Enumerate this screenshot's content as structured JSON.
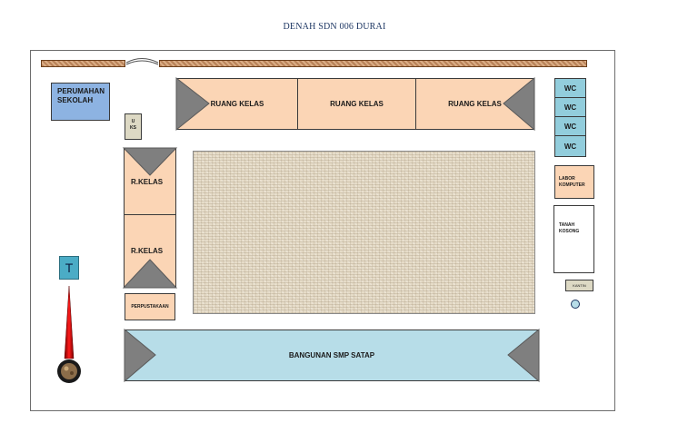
{
  "title": "DENAH SDN 006 DURAI",
  "rooms": {
    "perumahan": "PERUMAHAN SEKOLAH",
    "uks": "U KS",
    "ruang_kelas_1": "RUANG KELAS",
    "ruang_kelas_2": "RUANG KELAS",
    "ruang_kelas_3": "RUANG KELAS",
    "r_kelas_1": "R.KELAS",
    "r_kelas_2": "R.KELAS",
    "perpustakaan": "PERPUSTAKAAN",
    "wc": [
      "WC",
      "WC",
      "WC",
      "WC"
    ],
    "labor": "LABOR KOMPUTER",
    "tanah_kosong": "TANAH KOSONG",
    "kantin": "KANTIN",
    "smp_satap": "BANGUNAN SMP SATAP"
  },
  "legend": {
    "t_label": "T"
  },
  "colors": {
    "classroom": "#fbd5b5",
    "residence": "#8db3e2",
    "wc": "#92cddc",
    "smp": "#b7dde8",
    "roof": "#7f7f7f",
    "flag": "#e00000"
  }
}
